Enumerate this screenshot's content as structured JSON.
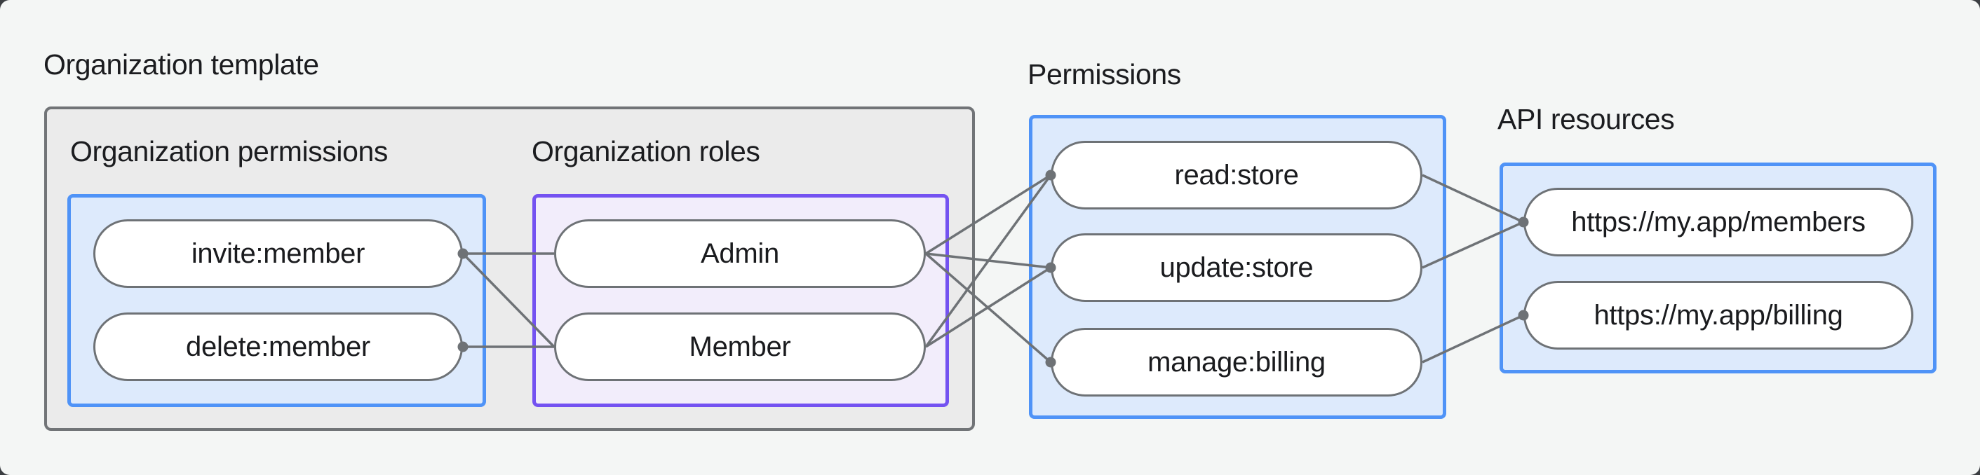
{
  "diagram": {
    "headings": {
      "organization_template": "Organization template",
      "organization_permissions": "Organization permissions",
      "organization_roles": "Organization roles",
      "permissions": "Permissions",
      "api_resources": "API resources"
    },
    "nodes": {
      "invite_member": "invite:member",
      "delete_member": "delete:member",
      "admin": "Admin",
      "member": "Member",
      "read_store": "read:store",
      "update_store": "update:store",
      "manage_billing": "manage:billing",
      "api_members": "https://my.app/members",
      "api_billing": "https://my.app/billing"
    },
    "edges": [
      {
        "from": "invite_member",
        "to": "admin"
      },
      {
        "from": "invite_member",
        "to": "member"
      },
      {
        "from": "delete_member",
        "to": "member"
      },
      {
        "from": "admin",
        "to": "read_store"
      },
      {
        "from": "admin",
        "to": "update_store"
      },
      {
        "from": "admin",
        "to": "manage_billing"
      },
      {
        "from": "member",
        "to": "read_store"
      },
      {
        "from": "member",
        "to": "update_store"
      },
      {
        "from": "read_store",
        "to": "api_members"
      },
      {
        "from": "update_store",
        "to": "api_members"
      },
      {
        "from": "manage_billing",
        "to": "api_billing"
      }
    ],
    "colors": {
      "background": "#f4f6f5",
      "container_fill": "#ebebeb",
      "container_border": "#717477",
      "blue_fill": "#ddeafc",
      "blue_border": "#4f93f7",
      "purple_fill": "#f2edfb",
      "purple_border": "#7452f1",
      "node_fill": "#ffffff",
      "node_border": "#6e7276",
      "edge": "#6e7276",
      "text": "#1a1b1e"
    }
  }
}
